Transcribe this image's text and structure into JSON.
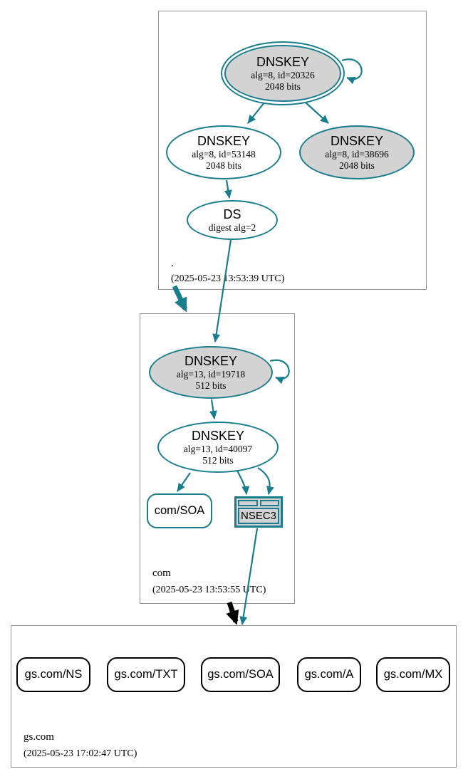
{
  "colors": {
    "secure_teal": "#1a7d8d",
    "gray_fill": "#d3d3d3",
    "insecure_black": "#000000",
    "zone_box_border": "#909090",
    "background": "#ffffff"
  },
  "zones": [
    {
      "name": ".",
      "timestamp": "(2025-05-23 13:53:39 UTC)",
      "ksk": {
        "title": "DNSKEY",
        "detail1": "alg=8, id=20326",
        "detail2": "2048 bits"
      },
      "zsk": {
        "title": "DNSKEY",
        "detail1": "alg=8, id=53148",
        "detail2": "2048 bits"
      },
      "key2": {
        "title": "DNSKEY",
        "detail1": "alg=8, id=38696",
        "detail2": "2048 bits"
      },
      "ds": {
        "title": "DS",
        "detail1": "digest alg=2"
      }
    },
    {
      "name": "com",
      "timestamp": "(2025-05-23 13:53:55 UTC)",
      "ksk": {
        "title": "DNSKEY",
        "detail1": "alg=13, id=19718",
        "detail2": "512 bits"
      },
      "zsk": {
        "title": "DNSKEY",
        "detail1": "alg=13, id=40097",
        "detail2": "512 bits"
      },
      "soa": {
        "label": "com/SOA"
      },
      "nsec3": {
        "label": "NSEC3"
      }
    },
    {
      "name": "gs.com",
      "timestamp": "(2025-05-23 17:02:47 UTC)",
      "rrsets": [
        {
          "label": "gs.com/NS"
        },
        {
          "label": "gs.com/TXT"
        },
        {
          "label": "gs.com/SOA"
        },
        {
          "label": "gs.com/A"
        },
        {
          "label": "gs.com/MX"
        }
      ]
    }
  ]
}
